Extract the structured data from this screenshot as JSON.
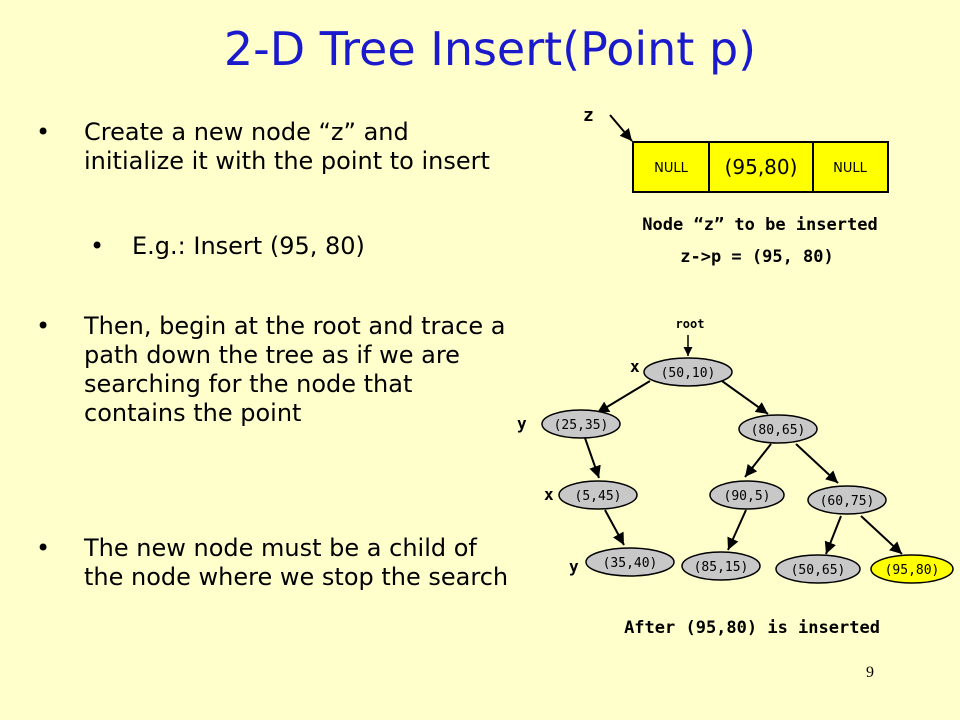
{
  "title": "2-D Tree Insert(Point p)",
  "bullets": [
    "Create a new node “z” and initialize it with the point to insert",
    "E.g.: Insert (95, 80)",
    "Then, begin at the root and trace a path down the tree as if we are searching for the node that contains the point",
    "The new node must be a child of the node where we stop the search"
  ],
  "node_box": {
    "pointer": "z",
    "left": "NULL",
    "point": "(95,80)",
    "right": "NULL",
    "caption_line1": "Node “z” to be inserted",
    "caption_line2": "z->p = (95, 80)"
  },
  "tree": {
    "root_label": "root",
    "level_labels": [
      "x",
      "y",
      "x",
      "y"
    ],
    "nodes": {
      "n50_10": "(50,10)",
      "n25_35": "(25,35)",
      "n80_65": "(80,65)",
      "n5_45": "(5,45)",
      "n90_5": "(90,5)",
      "n60_75": "(60,75)",
      "n35_40": "(35,40)",
      "n85_15": "(85,15)",
      "n50_65": "(50,65)",
      "n95_80": "(95,80)"
    },
    "caption": "After (95,80) is inserted"
  },
  "colors": {
    "title": "#1a1acc",
    "background": "#ffffcc",
    "node": "#c8c8c8",
    "node_new": "#ffff00"
  },
  "page_number": "9"
}
